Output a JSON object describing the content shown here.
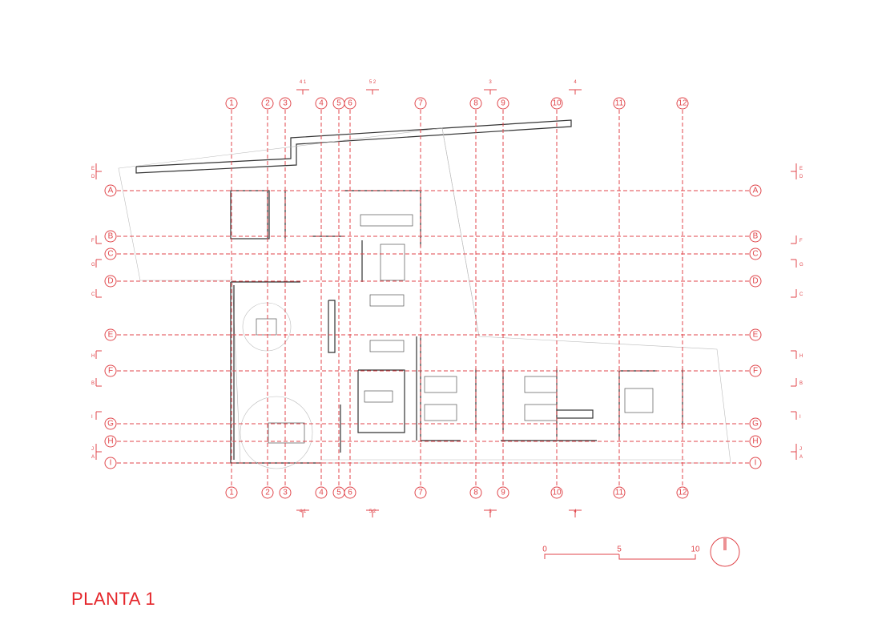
{
  "title": "PLANTA 1",
  "grid": {
    "columns": [
      "1",
      "2",
      "3",
      "4",
      "5",
      "6",
      "7",
      "8",
      "9",
      "10",
      "11",
      "12"
    ],
    "rows": [
      "A",
      "B",
      "C",
      "D",
      "E",
      "F",
      "G",
      "H",
      "I"
    ]
  },
  "section_marks": {
    "top": [
      "4 1",
      "5 2",
      "3",
      "4"
    ],
    "bottom": [
      "4 1",
      "5 2",
      "3",
      "4"
    ],
    "sides": [
      "E",
      "D",
      "F",
      "G",
      "C",
      "H",
      "B",
      "I",
      "J",
      "A"
    ]
  },
  "scale_bar": {
    "labels": [
      "0",
      "5",
      "10"
    ]
  },
  "colors": {
    "accent": "#e5262b"
  }
}
